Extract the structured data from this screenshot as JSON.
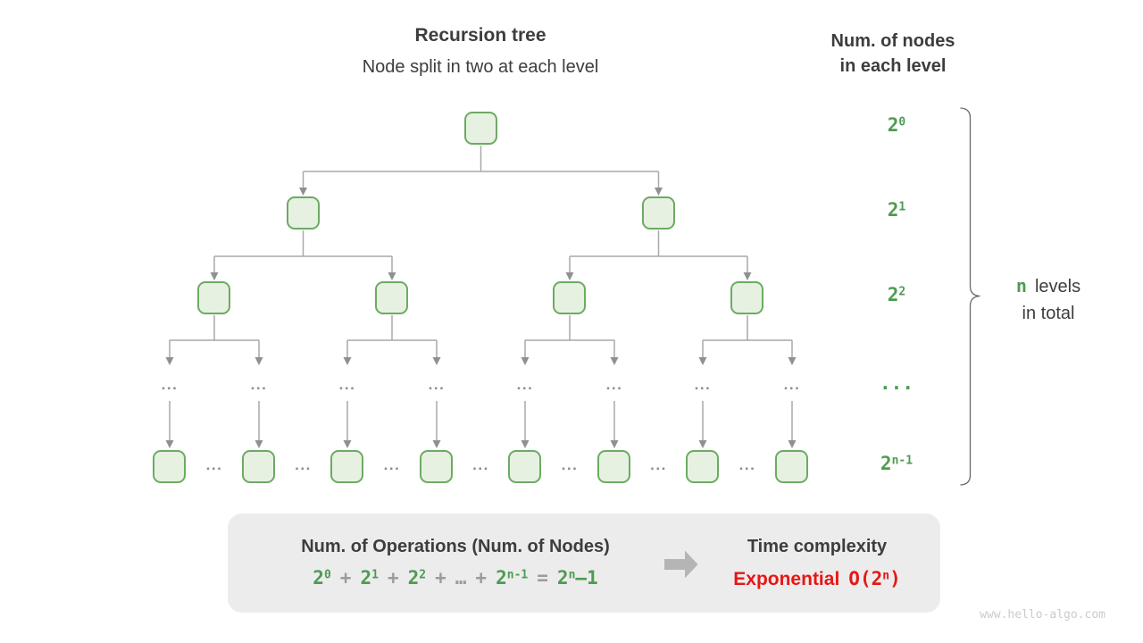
{
  "colors": {
    "green": "#4e9b52",
    "node_fill": "#e7f1e2",
    "node_border": "#6cab62",
    "line_gray": "#a9a9a9",
    "arrowhead_gray": "#909090",
    "dots_gray": "#8c8c8c",
    "text_dark": "#3d3d3d",
    "operator_gray": "#9b9b9b",
    "red": "#e81616",
    "box_background": "#ececec",
    "watermark_gray": "#cbcbcb"
  },
  "header": {
    "title": "Recursion tree",
    "subtitle": "Node split in two at each level"
  },
  "right_header": {
    "line1": "Num. of nodes",
    "line2": "in each level"
  },
  "tree": {
    "dots": "...",
    "levels": [
      {
        "row": "nodes",
        "count": 1,
        "label": {
          "base": "2",
          "sup": "0"
        }
      },
      {
        "row": "nodes",
        "count": 2,
        "label": {
          "base": "2",
          "sup": "1"
        }
      },
      {
        "row": "nodes",
        "count": 4,
        "label": {
          "base": "2",
          "sup": "2"
        }
      },
      {
        "row": "dots",
        "count": 8,
        "label": {
          "base": "...",
          "sup": ""
        }
      },
      {
        "row": "nodes",
        "count": 8,
        "dots_between": true,
        "label": {
          "base": "2",
          "sup": "n-1"
        }
      }
    ]
  },
  "brace_note": {
    "highlight": "n",
    "line1": "levels",
    "line2": "in total"
  },
  "summary": {
    "operations_title": "Num. of Operations (Num. of Nodes)",
    "formula": [
      {
        "t": "2",
        "s": "0",
        "c": "green"
      },
      {
        "t": "+",
        "c": "gray"
      },
      {
        "t": "2",
        "s": "1",
        "c": "green"
      },
      {
        "t": "+",
        "c": "gray"
      },
      {
        "t": "2",
        "s": "2",
        "c": "green"
      },
      {
        "t": "+",
        "c": "gray"
      },
      {
        "t": "…",
        "c": "gray"
      },
      {
        "t": "+",
        "c": "gray"
      },
      {
        "t": "2",
        "s": "n-1",
        "c": "green"
      },
      {
        "t": "=",
        "c": "gray"
      },
      {
        "t": "2",
        "s": "n",
        "p": "–1",
        "c": "green"
      }
    ],
    "time_title": "Time complexity",
    "complexity": {
      "word": "Exponential",
      "pre": "O(2",
      "sup": "n",
      "post": ")"
    }
  },
  "watermark": "www.hello-algo.com"
}
